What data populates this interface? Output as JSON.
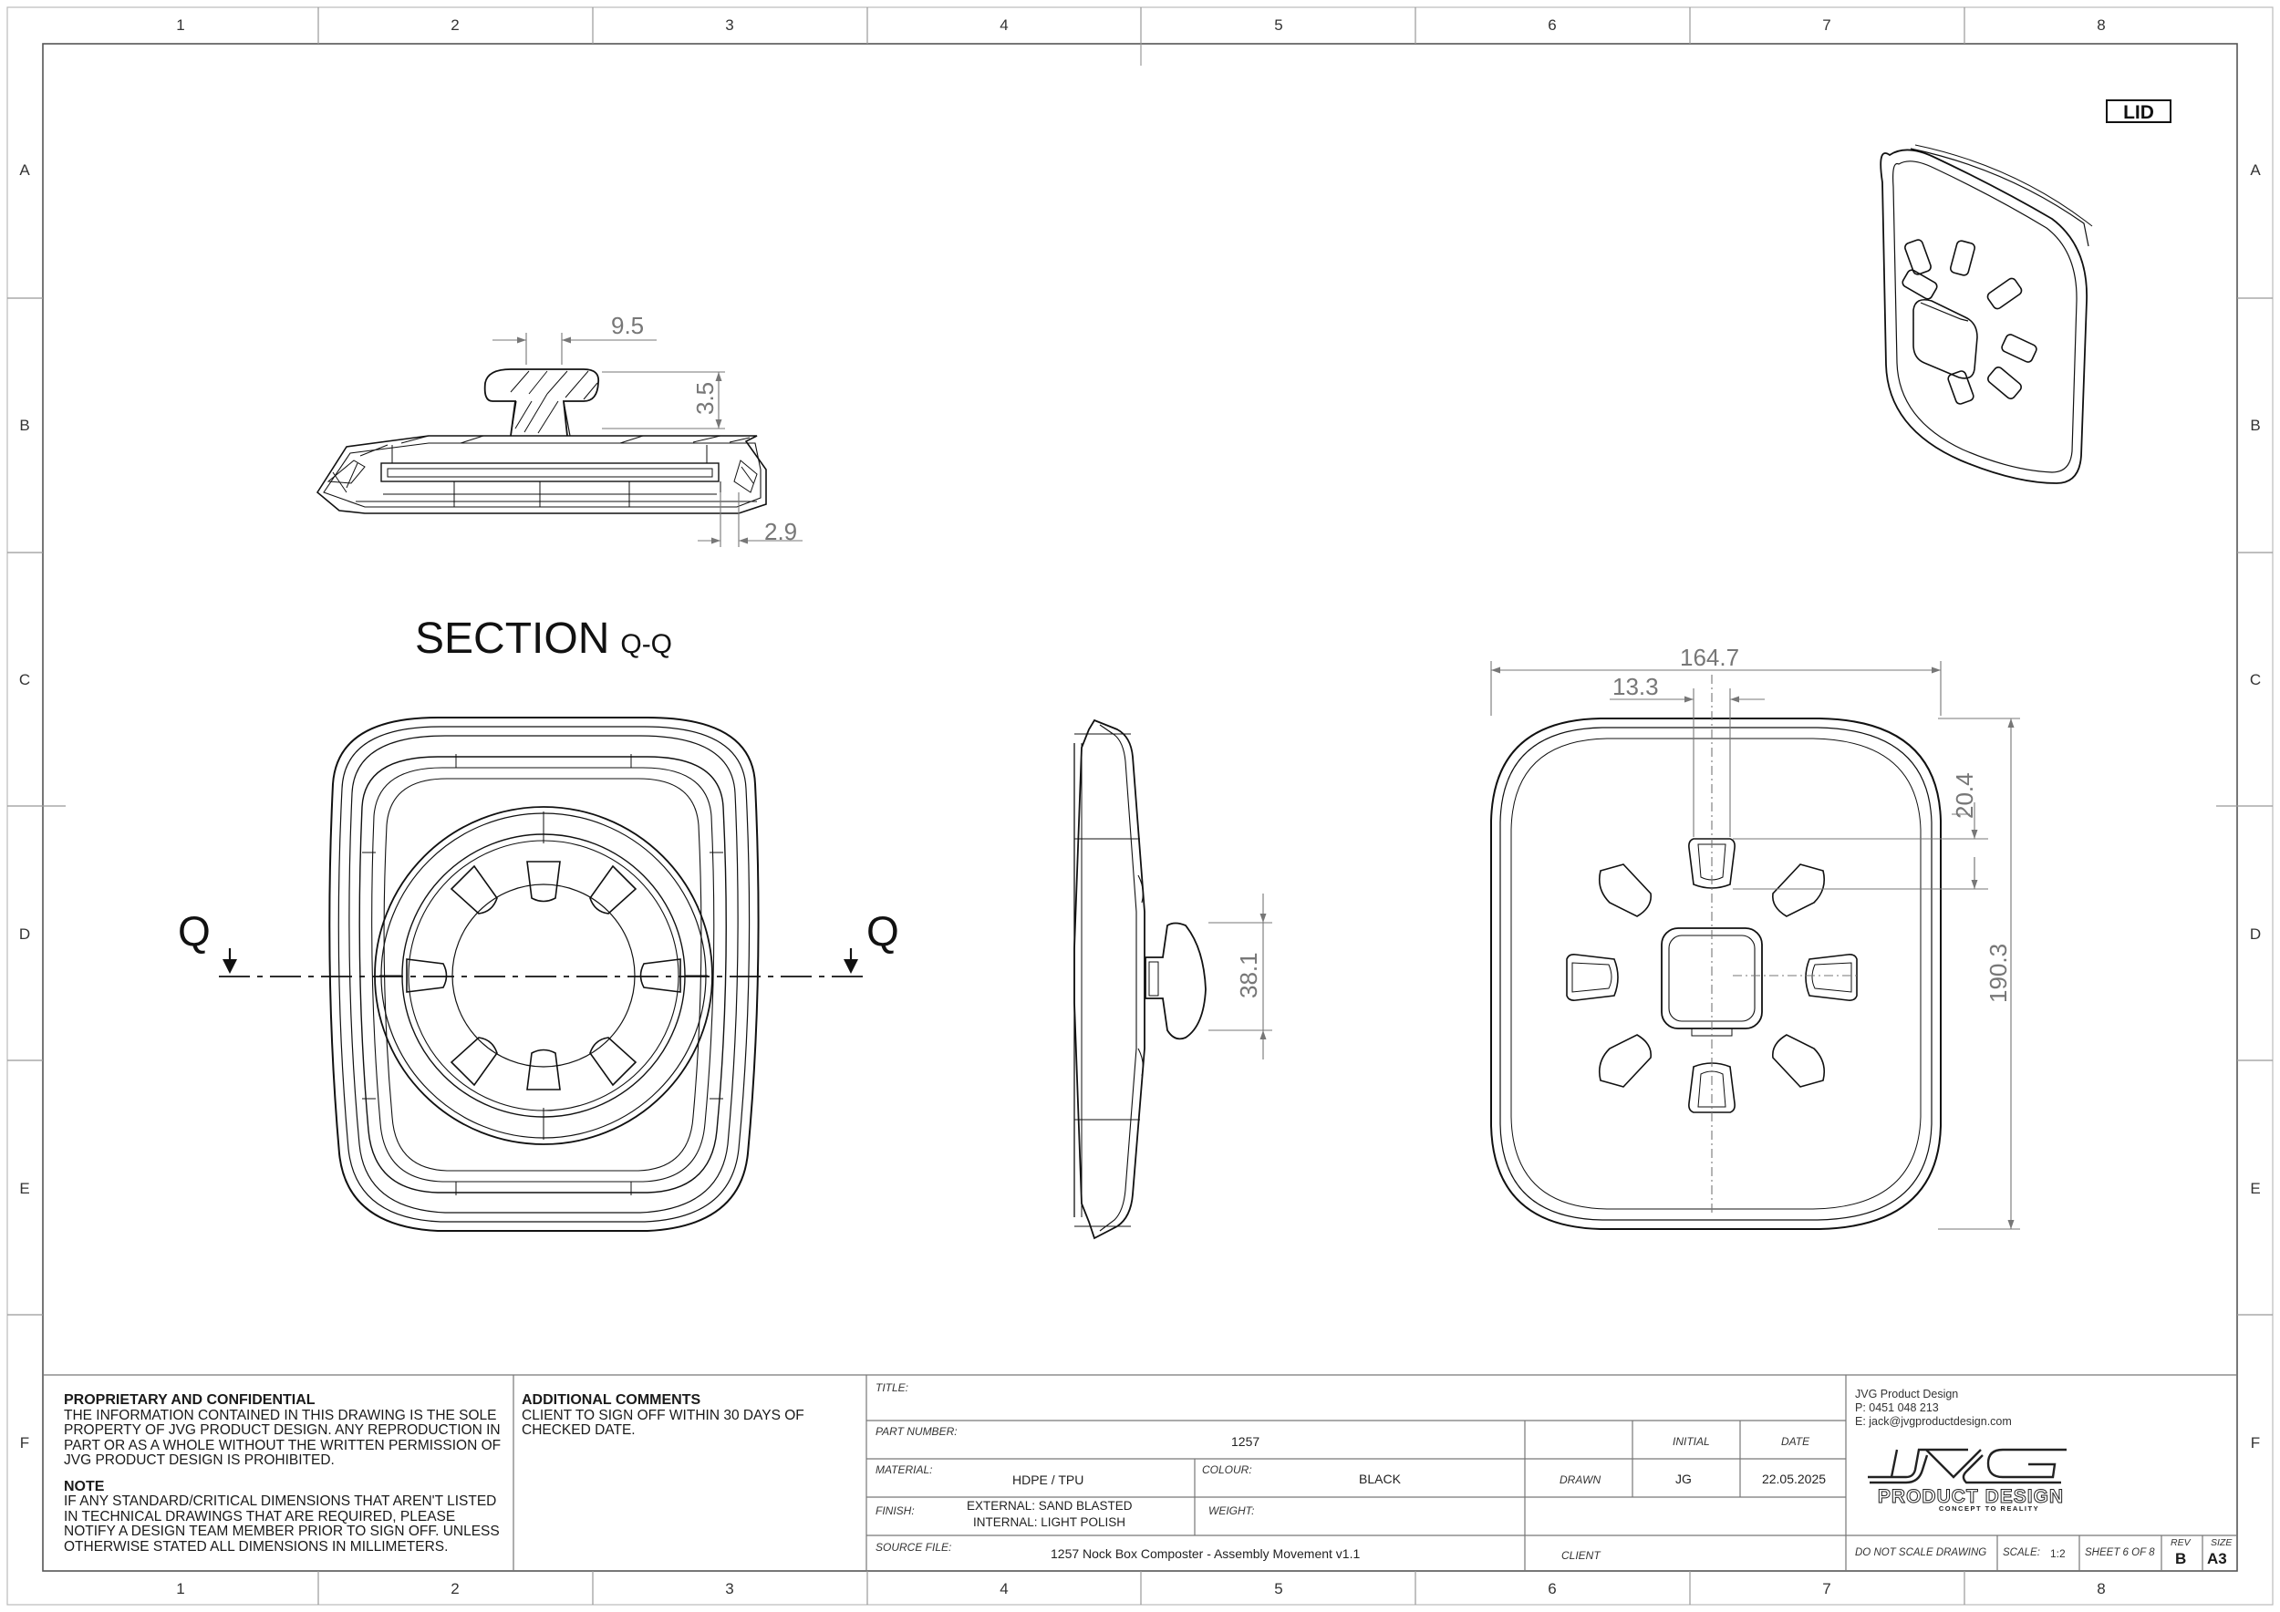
{
  "sheet": {
    "columns": [
      "1",
      "2",
      "3",
      "4",
      "5",
      "6",
      "7",
      "8"
    ],
    "rows": [
      "A",
      "B",
      "C",
      "D",
      "E",
      "F"
    ]
  },
  "views": {
    "iso_label": "LID",
    "section_label": "SECTION",
    "section_suffix": "Q-Q",
    "cut_letter_left": "Q",
    "cut_letter_right": "Q"
  },
  "dimensions": {
    "section_width": "9.5",
    "section_height": "3.5",
    "section_wall": "2.9",
    "side_handle": "38.1",
    "top_width": "164.7",
    "top_offset": "13.3",
    "top_slot": "20.4",
    "top_height": "190.3"
  },
  "notes": {
    "proprietary_title": "PROPRIETARY AND CONFIDENTIAL",
    "proprietary_text": "THE INFORMATION CONTAINED IN THIS DRAWING IS THE SOLE PROPERTY OF JVG PRODUCT DESIGN. ANY REPRODUCTION IN PART OR AS A WHOLE WITHOUT THE WRITTEN PERMISSION OF JVG PRODUCT DESIGN IS PROHIBITED.",
    "note_title": "NOTE",
    "note_text": "IF ANY STANDARD/CRITICAL DIMENSIONS THAT AREN'T LISTED IN TECHNICAL DRAWINGS THAT ARE REQUIRED, PLEASE NOTIFY A DESIGN TEAM MEMBER PRIOR TO SIGN OFF. UNLESS OTHERWISE STATED ALL DIMENSIONS IN MILLIMETERS.",
    "comments_title": "ADDITIONAL COMMENTS",
    "comments_text": "CLIENT TO SIGN OFF WITHIN 30 DAYS OF CHECKED DATE."
  },
  "title_block": {
    "title_label": "TITLE:",
    "part_number_label": "PART NUMBER:",
    "part_number": "1257",
    "initial_label": "INITIAL",
    "date_label": "DATE",
    "material_label": "MATERIAL:",
    "material": "HDPE / TPU",
    "colour_label": "COLOUR:",
    "colour": "BLACK",
    "drawn_label": "DRAWN",
    "drawn_initial": "JG",
    "drawn_date": "22.05.2025",
    "finish_label": "FINISH:",
    "finish_external": "EXTERNAL: SAND BLASTED",
    "finish_internal": "INTERNAL: LIGHT POLISH",
    "weight_label": "WEIGHT:",
    "source_label": "SOURCE FILE:",
    "source_file": "1257 Nock Box Composter - Assembly Movement v1.1",
    "client_label": "CLIENT"
  },
  "company": {
    "name": "JVG Product Design",
    "phone": "P: 0451 048 213",
    "email": "E: jack@jvgproductdesign.com",
    "logo_mark": "JVG",
    "logo_text": "PRODUCT DESIGN",
    "tagline": "CONCEPT TO REALITY"
  },
  "sheet_info": {
    "do_not_scale": "DO NOT SCALE DRAWING",
    "scale_label": "SCALE:",
    "scale": "1:2",
    "sheet": "SHEET 6 OF 8",
    "rev_label": "REV",
    "rev": "B",
    "size_label": "SIZE",
    "size": "A3"
  }
}
